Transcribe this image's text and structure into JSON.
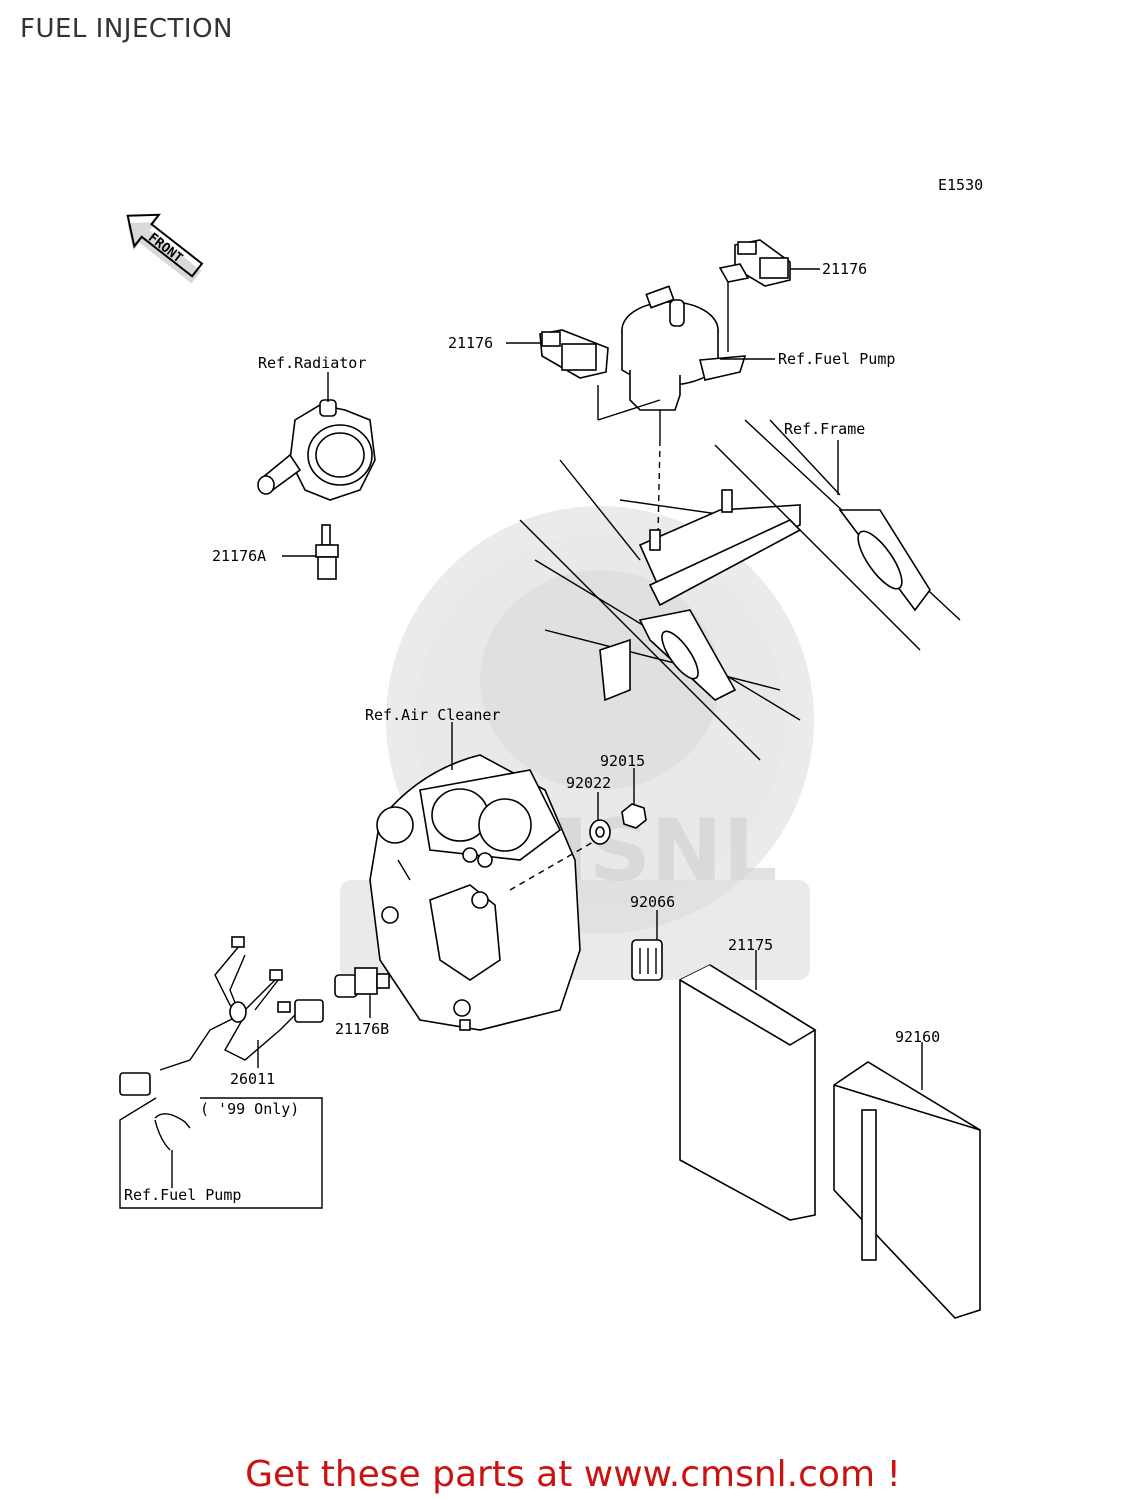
{
  "page": {
    "title": "FUEL INJECTION",
    "cta": "Get these parts at www.cmsnl.com !"
  },
  "diagram": {
    "code": "E1530",
    "front_label": "FRONT",
    "watermark": "CMSNL",
    "labels": {
      "p21176_top": "21176",
      "p21176_left": "21176",
      "ref_fuel_pump": "Ref.Fuel Pump",
      "ref_radiator": "Ref.Radiator",
      "ref_frame": "Ref.Frame",
      "p21176A": "21176A",
      "ref_air_cleaner": "Ref.Air Cleaner",
      "p92015": "92015",
      "p92022": "92022",
      "p92066": "92066",
      "p21175": "21175",
      "p21176B": "21176B",
      "p26011": "26011",
      "only99": "( '99 Only)",
      "ref_fuel_pump_box": "Ref.Fuel Pump",
      "p92160": "92160"
    }
  }
}
